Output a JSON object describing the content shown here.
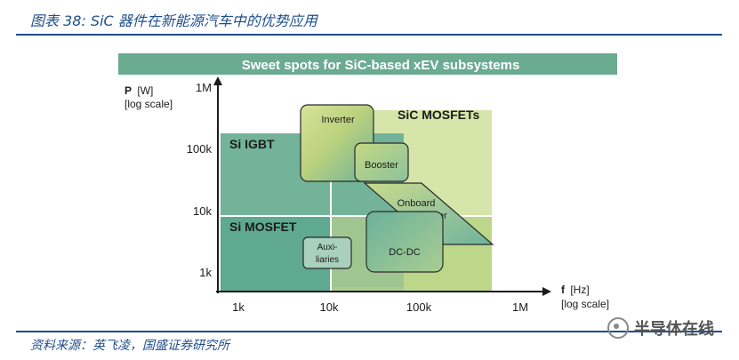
{
  "caption": "图表 38:  SiC 器件在新能源汽车中的优势应用",
  "source": "资料来源：英飞凌，国盛证券研究所",
  "watermark": "半导体在线",
  "diagram": {
    "banner": "Sweet spots for SiC-based xEV subsystems",
    "y_axis": {
      "label_main": "P",
      "label_unit": "[W]",
      "label_scale": "[log scale]",
      "ticks": [
        "1M",
        "100k",
        "10k",
        "1k"
      ]
    },
    "x_axis": {
      "label_main": "f",
      "label_unit": "[Hz]",
      "label_scale": "[log scale]",
      "ticks": [
        "1k",
        "10k",
        "100k",
        "1M"
      ]
    },
    "regions": {
      "si_igbt": "Si IGBT",
      "si_mosfet": "Si MOSFET",
      "sic_mosfets": "SiC MOSFETs"
    },
    "subsystems": {
      "inverter": "Inverter",
      "booster": "Booster",
      "onboard_line1": "Onboard",
      "onboard_line2": "charger",
      "dcdc": "DC-DC",
      "aux_line1": "Auxi-",
      "aux_line2": "liaries"
    },
    "colors": {
      "banner": "#6aab92",
      "si_igbt": "#73b39a",
      "si_mosfet": "#5ea98f",
      "sic_light": "#d6e5a9",
      "sic_mid": "#bcd68a",
      "text_dark": "#1c1c1c"
    }
  }
}
